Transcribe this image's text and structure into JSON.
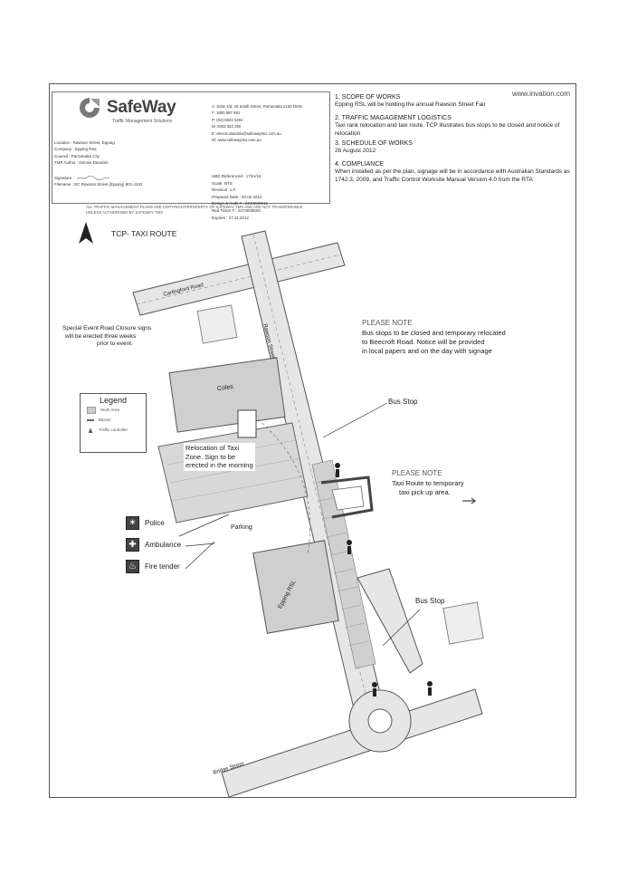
{
  "header": {
    "brand": "SafeWay",
    "tagline": "Traffic Management Solutions",
    "contact": [
      "A: Suite 4/d, 29 Smith Street, Parramatta 2150 NSW",
      "F: 1800 987 891",
      "P: (02) 9823 0494",
      "M: 0403 323 280",
      "E: dennis.dandolo@safewaytms.com.au",
      "W: www.safewaytms.com.au"
    ],
    "details": [
      "Location : Rawson Street, Epping",
      "Company : Epping RSL",
      "Council : Parramatta City",
      "TMP Author : Dennis Dandolo"
    ],
    "signature_label": "Signature :",
    "filename": "Filename : EC Rawson Street (Epping) 801-1102",
    "plan_info": [
      "UBD Referenced : 173A/16",
      "Scale: NTS",
      "Revision: 1.0",
      "Prepared Date : 02.02.2012",
      "Design & Audit # : 2243003916",
      "Red Ticket # : 2273030600",
      "Expires : 27.11.2012"
    ],
    "copyright": "ALL TRAFFIC MANAGEMENT PLANS ARE COPYRIGHT/PROPERTY OF SAFEWAY TMS AND ARE NOT TRANSFERABLE UNLESS AUTHORISED BY SAFEWAY TMS"
  },
  "scope": {
    "url": "www.invation.com",
    "sections": [
      {
        "heading": "1. SCOPE OF WORKS",
        "body": "Epping RSL will be holding the annual Rawson Street Fair"
      },
      {
        "heading": "2. TRAFFIC MAGAGEMENT LOGISTICS",
        "body": "Taxi rank relocation and taxi route. TCP illustrates bus stops to be closed and notice of relocation"
      },
      {
        "heading": "3. SCHEDULE OF WORKS",
        "body": "26 August 2012"
      },
      {
        "heading": "4. COMPLIANCE",
        "body": "When installed as per the plan, signage will be in accordance with Australian Standards as 1742.3, 2009, and Traffic Control Worksite Manual Version 4.0 from the RTA"
      }
    ]
  },
  "map": {
    "title": "TCP- TAXI ROUTE",
    "closure_note": [
      "Special Event Road Closure signs",
      "will be erected three weeks",
      "prior to event."
    ],
    "please_note_1": "PLEASE NOTE",
    "bus_note": [
      "Bus stops to be closed and temporary relocated",
      "to Beecroft Road. Notice will be provided",
      "in local papers and on the day with signage"
    ],
    "please_note_2": "PLEASE NOTE",
    "taxi_note": [
      "Taxi Route to temporary",
      "taxi pick up area."
    ],
    "taxi_relocation": [
      "Relocation of Taxi",
      "Zone. Sign to be",
      "erected in the morning"
    ],
    "bus_stop_1": "Bus Stop",
    "bus_stop_2": "Bus Stop",
    "road_carlingford": "Carlingford Road",
    "road_rawson": "Rawson Street",
    "road_bridge": "Bridge Street",
    "building_coles": "Coles",
    "building_rsl": "Epping RSL",
    "parking": "Parking"
  },
  "legend": {
    "title": "Legend",
    "items": [
      "Work Area",
      "Barrier",
      "Traffic controller"
    ]
  },
  "services": [
    "Police",
    "Ambulance",
    "Fire tender"
  ]
}
